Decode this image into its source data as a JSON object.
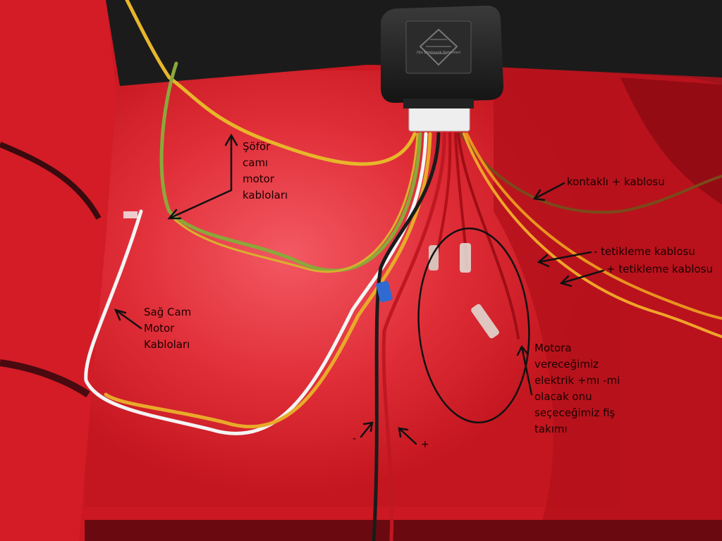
{
  "annotations": {
    "driver_window_motor_cables": "Şöför\ncamı\nmotor\nkabloları",
    "right_window_motor_cables": "Sağ Cam\nMotor\nKabloları",
    "ignition_plus_cable": "kontaklı + kablosu",
    "negative_trigger_cable": "- tetikleme kablosu",
    "positive_trigger_cable": "+ tetikleme kablosu",
    "motor_polarity_plug_set": "Motora\nvereceğimiz\nelektrik +mı -mi\nolacak onu\nseçeceğimiz fiş\ntakımı",
    "minus_sign": "-",
    "plus_sign": "+"
  },
  "module_label": "Oto Elektronik Sistemleri",
  "colors": {
    "seat_red": "#d51a24",
    "seat_dark": "#8a0a12",
    "backrest_black": "#1a1a1a",
    "module_black": "#1e1e1e",
    "connector_white": "#eeeeee",
    "wire_yellow": "#e7b62a",
    "wire_green": "#7a9a3a",
    "wire_brown": "#7a4a1a",
    "wire_red": "#c01822",
    "wire_white": "#f4f4f4",
    "wire_orange": "#e59a2a",
    "wire_black": "#1b1b1b",
    "annotation_ink": "#111111"
  }
}
